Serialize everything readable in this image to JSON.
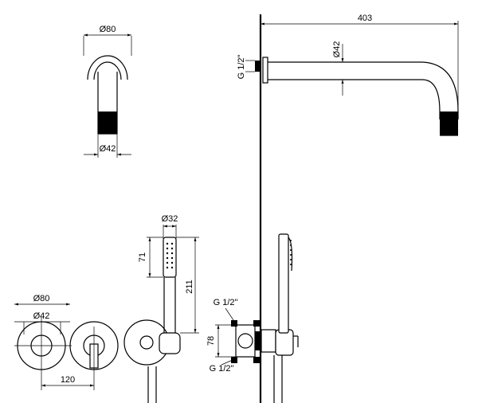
{
  "dimensions": {
    "spout_length": "403",
    "spout_diameter": "Ø42",
    "spout_thread": "G 1/2\"",
    "spout_side_flange": "Ø80",
    "spout_side_outlet": "Ø42",
    "handshower_diameter": "Ø32",
    "handshower_head": "71",
    "handshower_length": "211",
    "valve_flange": "Ø80",
    "valve_handle": "Ø42",
    "valve_spacing": "120",
    "box_thread_top": "G 1/2\"",
    "box_height": "78",
    "box_thread_bottom": "G 1/2\""
  }
}
